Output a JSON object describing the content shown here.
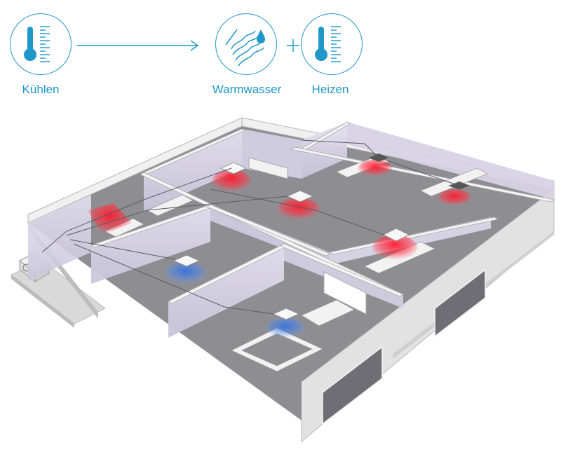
{
  "legend": {
    "cooling_label": "Kühlen",
    "hot_water_label": "Warmwasser",
    "heating_label": "Heizen"
  },
  "colors": {
    "accent": "#1f97c9",
    "warm_air": "#e8152b",
    "cool_air": "#2f6fe0",
    "wall_interior": "#dcd8ec",
    "floor": "#8c8c90",
    "exterior_wall": "#e6e6e6"
  },
  "icons": {
    "cooling": "thermometer-icon",
    "hot_water": "water-coil-icon",
    "heating": "thermometer-icon",
    "plus": "plus-icon",
    "arrow": "arrow-right-icon"
  }
}
